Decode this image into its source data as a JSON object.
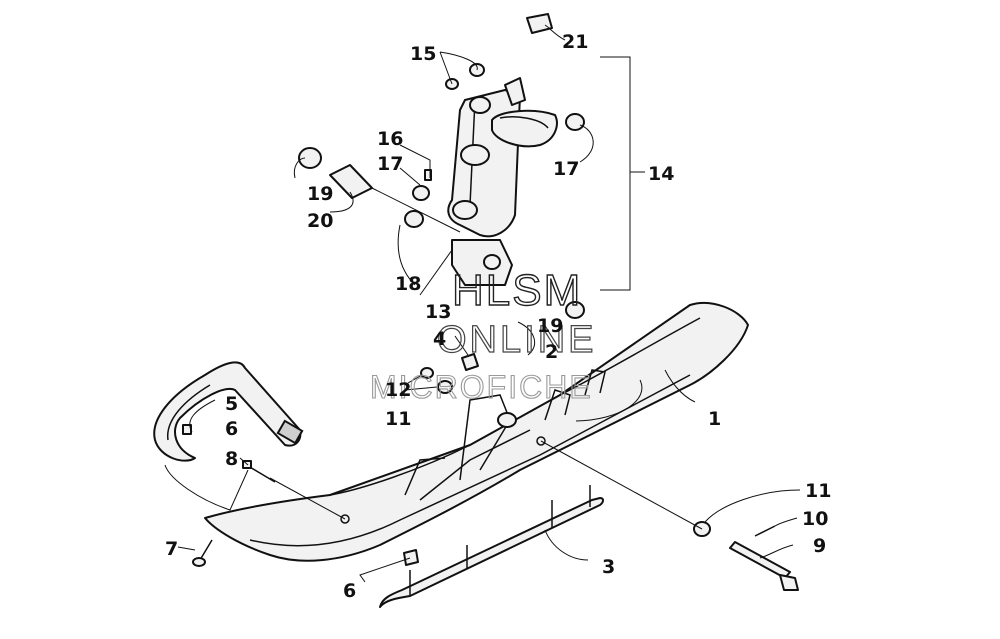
{
  "callouts": {
    "c1": "1",
    "c2": "2",
    "c3": "3",
    "c4": "4",
    "c5": "5",
    "c6a": "6",
    "c6b": "6",
    "c7": "7",
    "c8": "8",
    "c9": "9",
    "c10": "10",
    "c11a": "11",
    "c11b": "11",
    "c12": "12",
    "c13": "13",
    "c14": "14",
    "c15": "15",
    "c16": "16",
    "c17a": "17",
    "c17b": "17",
    "c18": "18",
    "c19a": "19",
    "c19b": "19",
    "c20": "20",
    "c21": "21"
  },
  "watermark": {
    "line1": "HLSM",
    "line2": "ONLINE",
    "line3": "MICROFICHE"
  }
}
